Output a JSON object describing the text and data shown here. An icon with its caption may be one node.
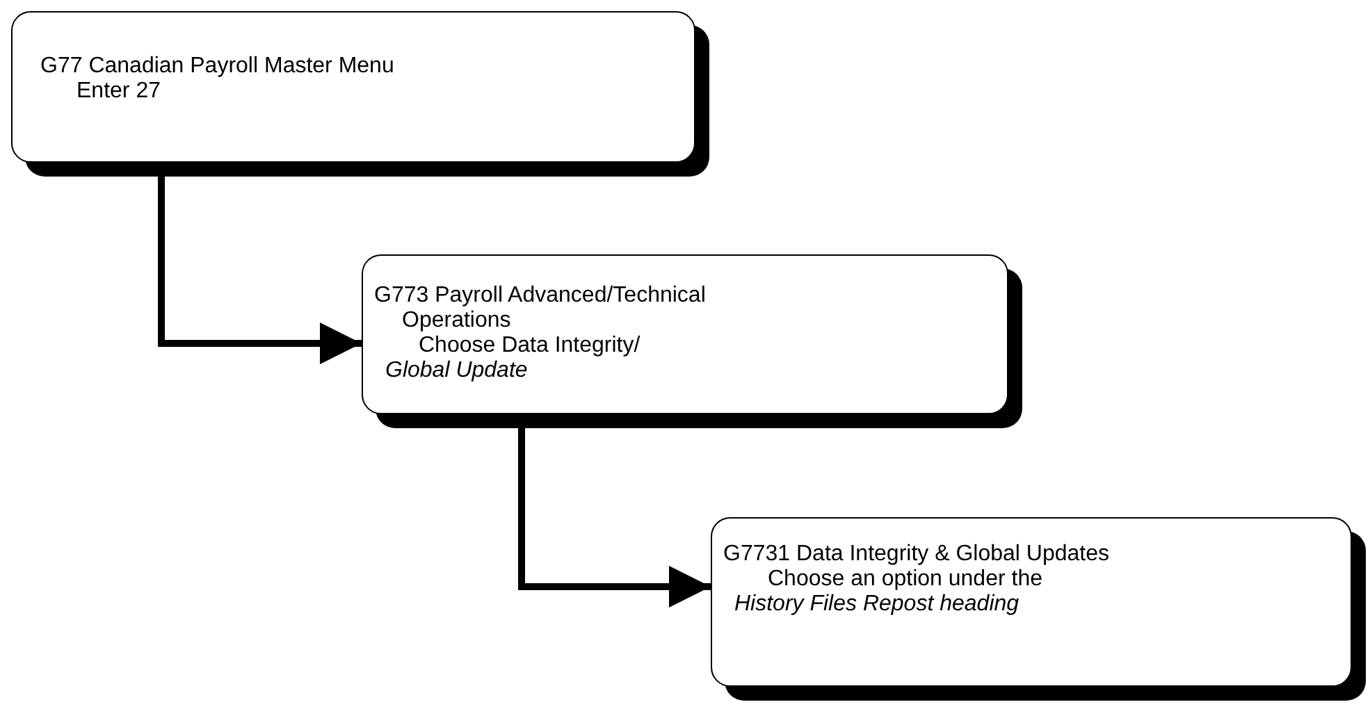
{
  "diagram": {
    "nodes": [
      {
        "text": [
          "G77 Canadian Payroll Master Menu",
          "Enter 27"
        ]
      },
      {
        "text": [
          "G773 Payroll Advanced/Technical Operations",
          "Choose Data Integrity/ *Global Update*"
        ]
      },
      {
        "text": [
          "G7731 Data Integrity & Global Updates",
          "Choose an option under the *History Files Repost heading*"
        ]
      }
    ],
    "edges": [
      {
        "from": 0,
        "to": 1,
        "arrow": "to"
      },
      {
        "from": 1,
        "to": 2,
        "arrow": "to"
      }
    ]
  }
}
